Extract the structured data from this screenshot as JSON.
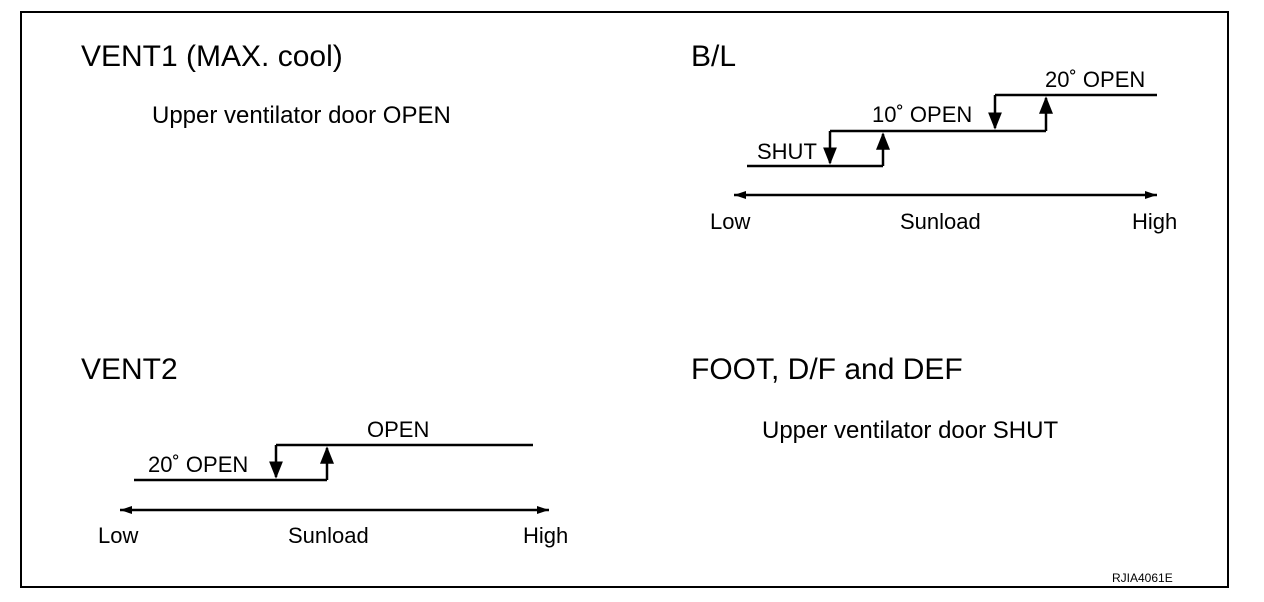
{
  "vent1": {
    "title": "VENT1 (MAX. cool)",
    "description": "Upper ventilator door OPEN"
  },
  "bl": {
    "title": "B/L",
    "step_labels": [
      "SHUT",
      "10˚ OPEN",
      "20˚ OPEN"
    ],
    "axis": {
      "left": "Low",
      "center": "Sunload",
      "right": "High"
    }
  },
  "vent2": {
    "title": "VENT2",
    "step_labels": [
      "20˚ OPEN",
      "OPEN"
    ],
    "axis": {
      "left": "Low",
      "center": "Sunload",
      "right": "High"
    }
  },
  "foot": {
    "title": "FOOT, D/F and DEF",
    "description": "Upper ventilator door SHUT"
  },
  "figure_code": "RJIA4061E"
}
